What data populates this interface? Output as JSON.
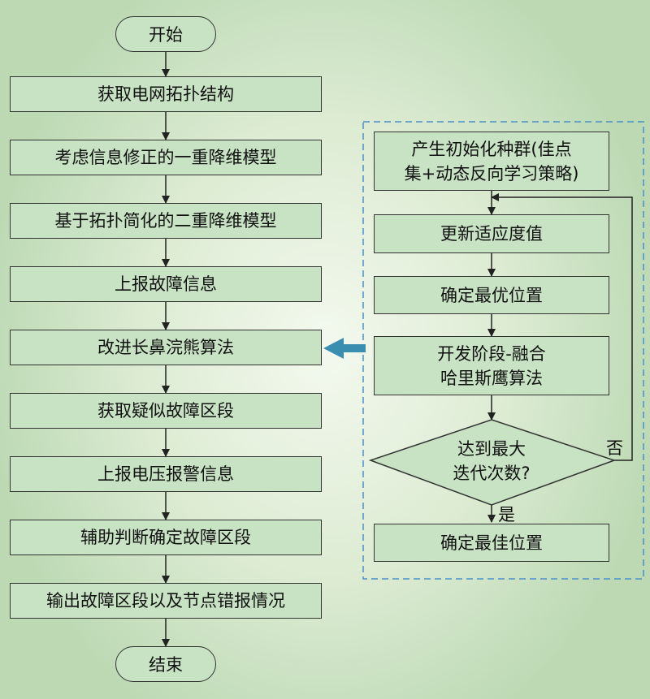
{
  "main_flow": {
    "start": "开始",
    "steps": [
      "获取电网拓扑结构",
      "考虑信息修正的一重降维模型",
      "基于拓扑简化的二重降维模型",
      "上报故障信息",
      "改进长鼻浣熊算法",
      "获取疑似故障区段",
      "上报电压报警信息",
      "辅助判断确定故障区段",
      "输出故障区段以及节点错报情况"
    ],
    "end": "结束"
  },
  "sub_flow": {
    "init_line1": "产生初始化种群(佳点",
    "init_line2": "集+动态反向学习策略)",
    "update": "更新适应度值",
    "best_pos": "确定最优位置",
    "develop_line1": "开发阶段-融合",
    "develop_line2": "哈里斯鹰算法",
    "decision_line1": "达到最大",
    "decision_line2": "迭代次数?",
    "no_label": "否",
    "yes_label": "是",
    "final": "确定最佳位置"
  },
  "colors": {
    "box_fill": "#c8e2c4",
    "dashed_border": "#4a90c8",
    "connector_arrow": "#3a8fb0"
  }
}
